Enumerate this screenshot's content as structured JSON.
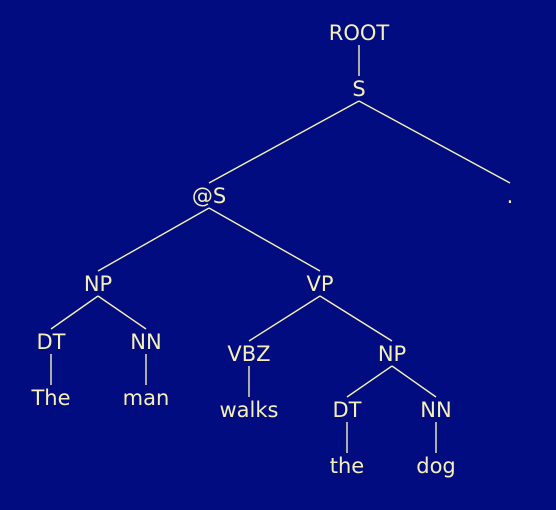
{
  "tree": {
    "nodes": [
      {
        "id": "root",
        "label": "ROOT"
      },
      {
        "id": "s",
        "label": "S"
      },
      {
        "id": "at-s",
        "label": "@S"
      },
      {
        "id": "period",
        "label": "."
      },
      {
        "id": "np-subject",
        "label": "NP"
      },
      {
        "id": "vp",
        "label": "VP"
      },
      {
        "id": "dt-the-upper",
        "label": "DT"
      },
      {
        "id": "nn-man",
        "label": "NN"
      },
      {
        "id": "vbz",
        "label": "VBZ"
      },
      {
        "id": "np-object",
        "label": "NP"
      },
      {
        "id": "word-the-upper",
        "label": "The"
      },
      {
        "id": "word-man",
        "label": "man"
      },
      {
        "id": "word-walks",
        "label": "walks"
      },
      {
        "id": "dt-the-lower",
        "label": "DT"
      },
      {
        "id": "nn-dog",
        "label": "NN"
      },
      {
        "id": "word-the-lower",
        "label": "the"
      },
      {
        "id": "word-dog",
        "label": "dog"
      }
    ],
    "edges": [
      [
        "root",
        "s"
      ],
      [
        "s",
        "at-s"
      ],
      [
        "s",
        "period"
      ],
      [
        "at-s",
        "np-subject"
      ],
      [
        "at-s",
        "vp"
      ],
      [
        "np-subject",
        "dt-the-upper"
      ],
      [
        "np-subject",
        "nn-man"
      ],
      [
        "dt-the-upper",
        "word-the-upper"
      ],
      [
        "nn-man",
        "word-man"
      ],
      [
        "vp",
        "vbz"
      ],
      [
        "vp",
        "np-object"
      ],
      [
        "vbz",
        "word-walks"
      ],
      [
        "np-object",
        "dt-the-lower"
      ],
      [
        "np-object",
        "nn-dog"
      ],
      [
        "dt-the-lower",
        "word-the-lower"
      ],
      [
        "nn-dog",
        "word-dog"
      ]
    ]
  },
  "colors": {
    "background": "#000c80",
    "foreground": "#f6f0b8"
  }
}
